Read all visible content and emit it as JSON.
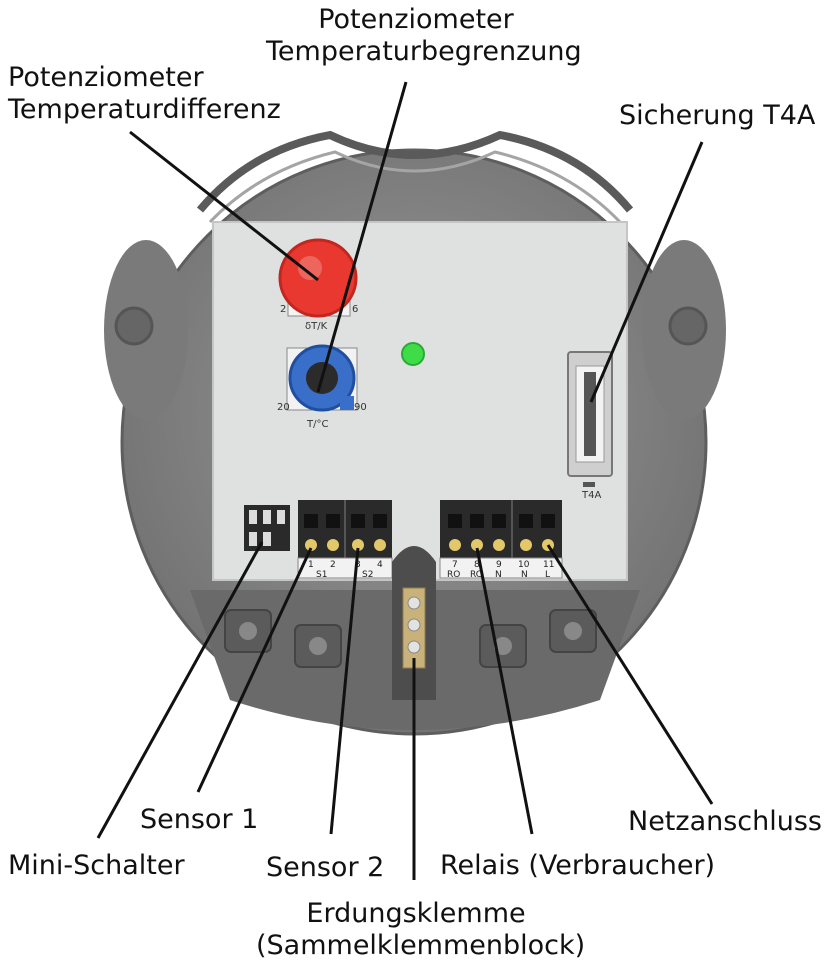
{
  "labels": {
    "pot_temp_limit_line1": "Potenziometer",
    "pot_temp_limit_line2": "Temperaturbegrenzung",
    "pot_temp_diff_line1": "Potenziometer",
    "pot_temp_diff_line2": "Temperaturdifferenz",
    "fuse": "Sicherung T4A",
    "sensor1": "Sensor 1",
    "mini_switch": "Mini-Schalter",
    "sensor2": "Sensor 2",
    "relay": "Relais (Verbraucher)",
    "mains": "Netzanschluss",
    "ground_line1": "Erdungsklemme",
    "ground_line2": "(Sammelklemmenblock)"
  },
  "board_text": {
    "red_pot_min": "2",
    "red_pot_max": "6",
    "red_pot_unit": "δT/K",
    "blue_pot_min": "20",
    "blue_pot_max": "90",
    "blue_pot_unit": "T/°C",
    "fuse_mark": "T4A",
    "term_1": "1",
    "term_2": "2",
    "term_3": "3",
    "term_4": "4",
    "s1": "S1",
    "s2": "S2",
    "term_7": "7",
    "term_8": "8",
    "term_9": "9",
    "term_10": "10",
    "term_11": "11",
    "ro": "RO",
    "rc": "RC",
    "n1": "N",
    "n2": "N",
    "l": "L"
  },
  "colors": {
    "housing": "#8a8a8a",
    "board": "#dfe1e1",
    "red_pot": "#e8382f",
    "blue_pot": "#3a6fc9",
    "led": "#3fdc4a",
    "terminal": "#2a2a2a"
  }
}
